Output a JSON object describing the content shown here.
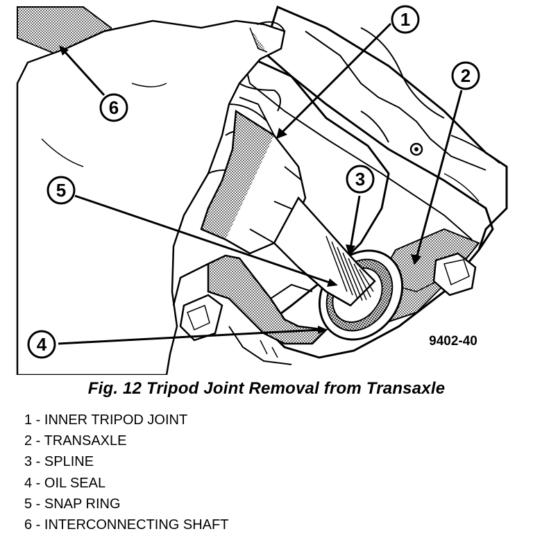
{
  "figure": {
    "code": "9402-40",
    "caption": "Fig. 12 Tripod Joint Removal from Transaxle"
  },
  "callouts": [
    {
      "number": "1"
    },
    {
      "number": "2"
    },
    {
      "number": "3"
    },
    {
      "number": "4"
    },
    {
      "number": "5"
    },
    {
      "number": "6"
    }
  ],
  "legend": [
    {
      "number": "1",
      "text": "1 - INNER TRIPOD JOINT"
    },
    {
      "number": "2",
      "text": "2 - TRANSAXLE"
    },
    {
      "number": "3",
      "text": "3 - SPLINE"
    },
    {
      "number": "4",
      "text": "4 - OIL SEAL"
    },
    {
      "number": "5",
      "text": "5 - SNAP RING"
    },
    {
      "number": "6",
      "text": "6 - INTERCONNECTING SHAFT"
    }
  ]
}
